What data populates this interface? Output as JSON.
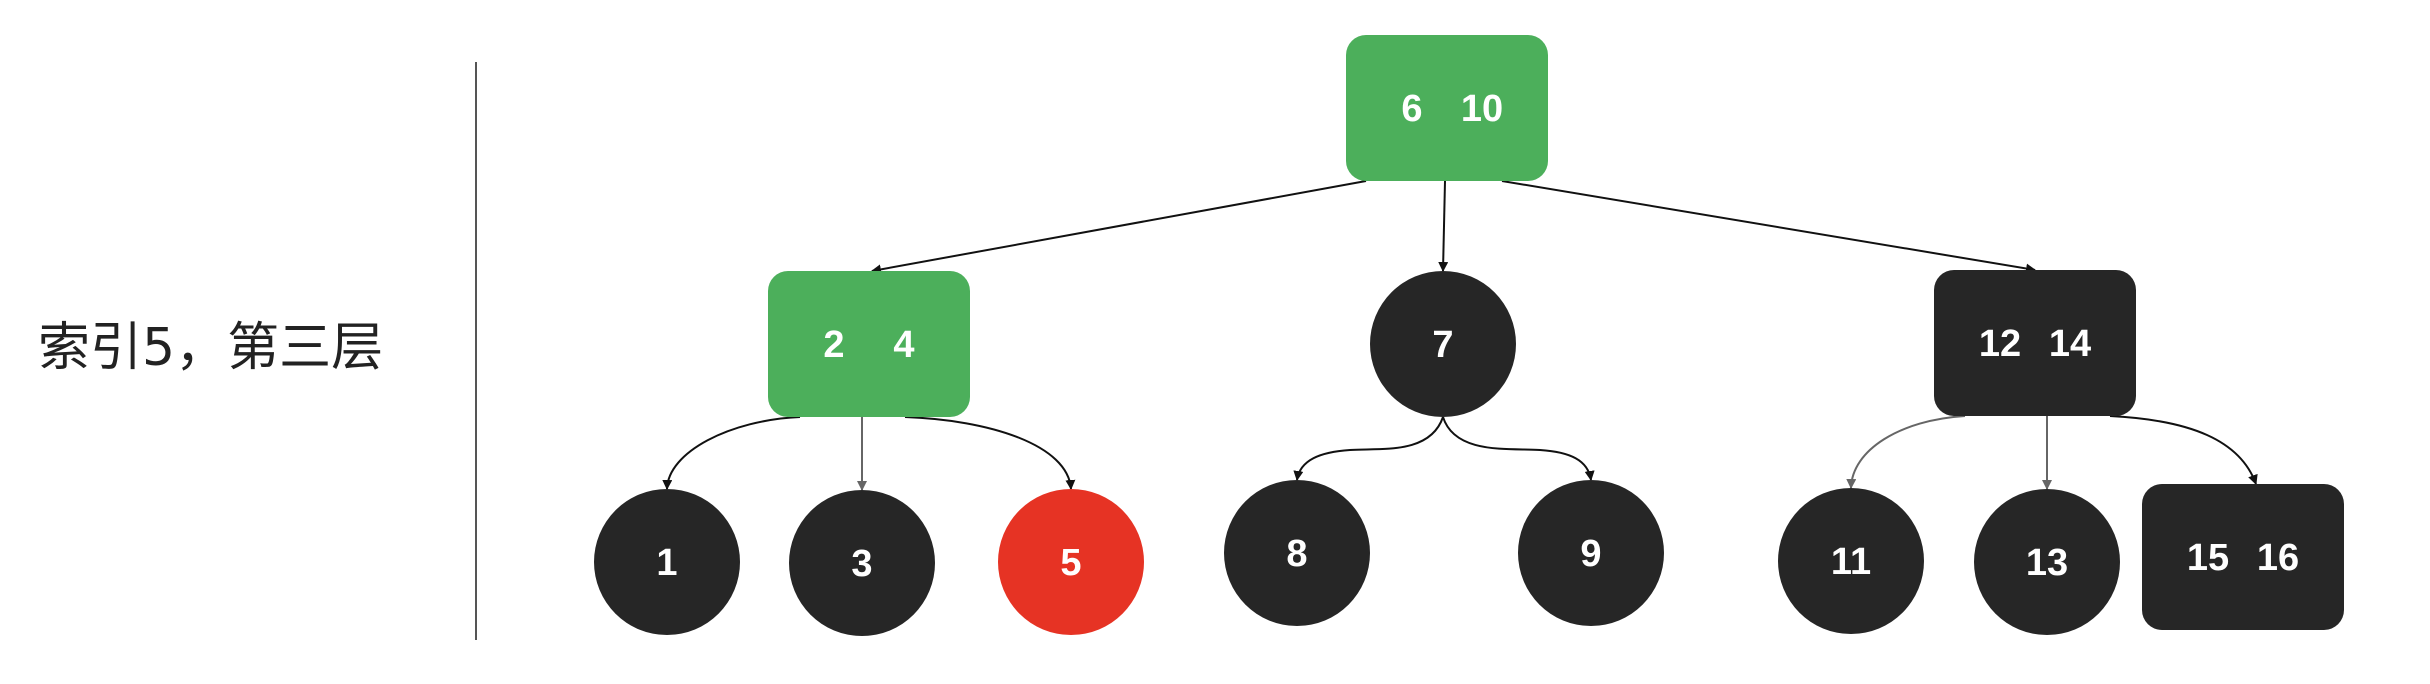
{
  "caption": "索引5，第三层",
  "colors": {
    "green": "#4CAF5B",
    "black": "#262626",
    "red": "#E63324",
    "edge": "#111111",
    "edge_gray": "#666666"
  },
  "nodes": [
    {
      "id": "n6_10",
      "keys": [
        "6",
        "10"
      ],
      "shape": "rect",
      "color": "green"
    },
    {
      "id": "n2_4",
      "keys": [
        "2",
        "4"
      ],
      "shape": "rect",
      "color": "green"
    },
    {
      "id": "n7",
      "keys": [
        "7"
      ],
      "shape": "circle",
      "color": "black"
    },
    {
      "id": "n12_14",
      "keys": [
        "12",
        "14"
      ],
      "shape": "rect",
      "color": "black"
    },
    {
      "id": "n1",
      "keys": [
        "1"
      ],
      "shape": "circle",
      "color": "black"
    },
    {
      "id": "n3",
      "keys": [
        "3"
      ],
      "shape": "circle",
      "color": "black"
    },
    {
      "id": "n5",
      "keys": [
        "5"
      ],
      "shape": "circle",
      "color": "red"
    },
    {
      "id": "n8",
      "keys": [
        "8"
      ],
      "shape": "circle",
      "color": "black"
    },
    {
      "id": "n9",
      "keys": [
        "9"
      ],
      "shape": "circle",
      "color": "black"
    },
    {
      "id": "n11",
      "keys": [
        "11"
      ],
      "shape": "circle",
      "color": "black"
    },
    {
      "id": "n13",
      "keys": [
        "13"
      ],
      "shape": "circle",
      "color": "black"
    },
    {
      "id": "n15_16",
      "keys": [
        "15",
        "16"
      ],
      "shape": "rect",
      "color": "black"
    }
  ],
  "edges": [
    {
      "from": "n6_10",
      "to": "n2_4"
    },
    {
      "from": "n6_10",
      "to": "n7"
    },
    {
      "from": "n6_10",
      "to": "n12_14"
    },
    {
      "from": "n2_4",
      "to": "n1"
    },
    {
      "from": "n2_4",
      "to": "n3"
    },
    {
      "from": "n2_4",
      "to": "n5"
    },
    {
      "from": "n7",
      "to": "n8"
    },
    {
      "from": "n7",
      "to": "n9"
    },
    {
      "from": "n12_14",
      "to": "n11"
    },
    {
      "from": "n12_14",
      "to": "n13"
    },
    {
      "from": "n12_14",
      "to": "n15_16"
    }
  ]
}
